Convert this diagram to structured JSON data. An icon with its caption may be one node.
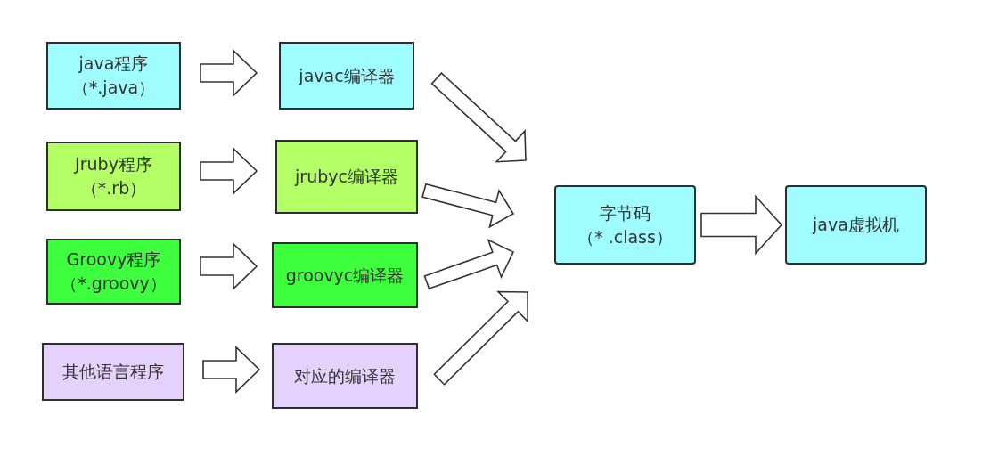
{
  "diagram": {
    "nodes": [
      {
        "text": [
          "java程序",
          "（*.java）"
        ]
      },
      {
        "text": [
          "javac编译器"
        ]
      },
      {
        "text": [
          "Jruby程序",
          "（*.rb）"
        ]
      },
      {
        "text": [
          "jrubyc编译器"
        ]
      },
      {
        "text": [
          "Groovy程序",
          "（*.groovy）"
        ]
      },
      {
        "text": [
          "groovyc编译器"
        ]
      },
      {
        "text": [
          "其他语言程序"
        ]
      },
      {
        "text": [
          "对应的编译器"
        ]
      },
      {
        "text": [
          "字节码",
          "（* .class）"
        ]
      },
      {
        "text": [
          "java虚拟机"
        ]
      }
    ],
    "edges": [
      {
        "from": 0,
        "to": 1,
        "arrow": "to"
      },
      {
        "from": 2,
        "to": 3,
        "arrow": "to"
      },
      {
        "from": 4,
        "to": 5,
        "arrow": "to"
      },
      {
        "from": 6,
        "to": 7,
        "arrow": "to"
      },
      {
        "from": 1,
        "to": 8,
        "arrow": "to"
      },
      {
        "from": 3,
        "to": 8,
        "arrow": "to"
      },
      {
        "from": 5,
        "to": 8,
        "arrow": "to"
      },
      {
        "from": 7,
        "to": 8,
        "arrow": "to"
      },
      {
        "from": 8,
        "to": 9,
        "arrow": "to"
      }
    ]
  }
}
